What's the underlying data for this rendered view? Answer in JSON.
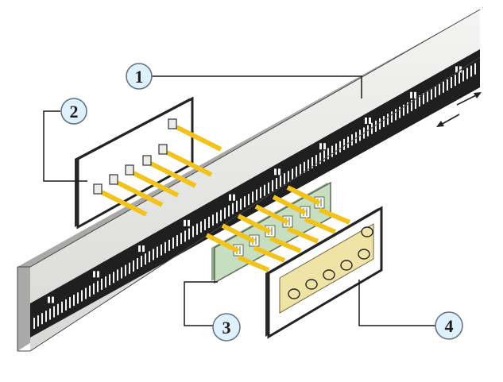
{
  "callouts": [
    {
      "id": "1",
      "label": "1"
    },
    {
      "id": "2",
      "label": "2"
    },
    {
      "id": "3",
      "label": "3"
    },
    {
      "id": "4",
      "label": "4"
    }
  ],
  "colors": {
    "scale_face": "#e8e8e6",
    "scale_shadow": "#cfcfcd",
    "scale_side": "#a9a9a7",
    "grating_band": "#1f1f1f",
    "grating_slot": "#f3f3f3",
    "light_beam": "#f2c31c",
    "index_plate": "#c7dfc0",
    "detector_window": "#efe3a6",
    "panel_face": "#ffffff",
    "panel_edge": "#232323",
    "callout_circle_fill": "#dff0ff",
    "callout_circle_stroke": "#5d6f80"
  },
  "icons": {
    "motion_arrows": "double-arrow-icon"
  }
}
